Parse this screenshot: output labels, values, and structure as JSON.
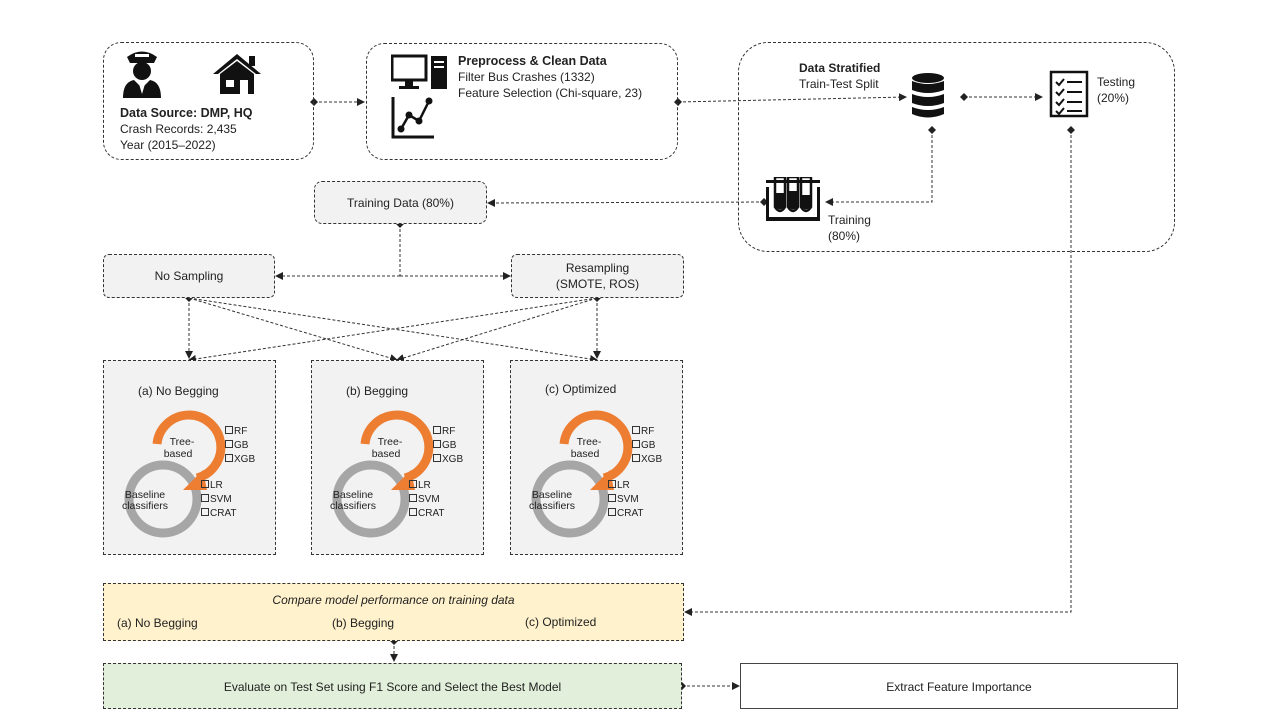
{
  "source": {
    "title": "Data Source: DMP,  HQ",
    "records": "Crash Records: 2,435",
    "year": "Year (2015–2022)"
  },
  "preprocess": {
    "title": "Preprocess & Clean Data",
    "line1": "Filter Bus Crashes (1332)",
    "line2": "Feature Selection (Chi-square, 23)"
  },
  "stratified": {
    "title": "Data Stratified",
    "subtitle": "Train-Test Split",
    "testing": "Testing",
    "testing_pct": "(20%)",
    "training": "Training",
    "training_pct": "(80%)"
  },
  "training_data": "Training Data (80%)",
  "no_sampling": "No Sampling",
  "resampling": {
    "line1": "Resampling",
    "line2": "(SMOTE, ROS)"
  },
  "panels": [
    {
      "title": "(a) No  Begging"
    },
    {
      "title": "(b) Begging"
    },
    {
      "title": "(c) Optimized"
    }
  ],
  "ring": {
    "tree_line1": "Tree-",
    "tree_line2": "based",
    "base_line1": "Baseline",
    "base_line2": "classifiers",
    "tree_models": [
      "RF",
      "GB",
      "XGB"
    ],
    "base_models": [
      "LR",
      "SVM",
      "CRAT"
    ],
    "tree_color": "#ED7D31",
    "base_color": "#A6A6A6"
  },
  "compare": {
    "title": "Compare model performance on training data",
    "a": "(a) No Begging",
    "b": "(b) Begging",
    "c": "(c) Optimized",
    "bg": "#FFF2CC"
  },
  "evaluate": {
    "label": "Evaluate on Test Set using F1 Score and Select the Best Model",
    "bg": "#E2EFDA"
  },
  "extract": "Extract Feature Importance",
  "icons": [
    "police-officer-icon",
    "house-icon",
    "computer-icon",
    "line-chart-icon",
    "database-icon",
    "checklist-icon",
    "test-tubes-icon"
  ]
}
